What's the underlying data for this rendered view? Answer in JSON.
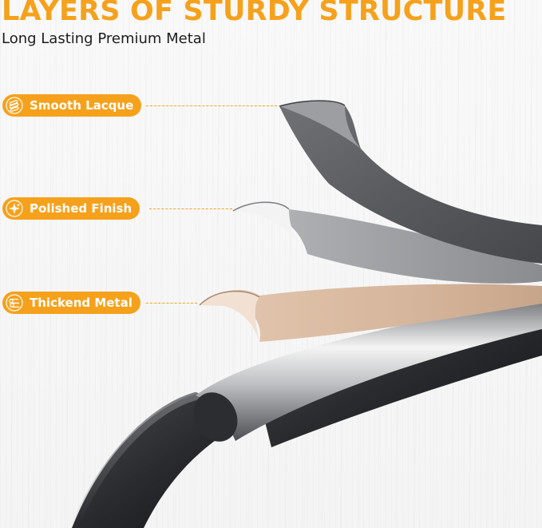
{
  "header": {
    "title": "LAYERS OF STURDY STRUCTURE",
    "subtitle": "Long Lasting Premium Metal"
  },
  "callouts": [
    {
      "label": "Smooth Lacque",
      "icon": "layers-stack-icon"
    },
    {
      "label": "Polished Finish",
      "icon": "sparkle-icon"
    },
    {
      "label": "Thickend Metal",
      "icon": "metal-bars-icon"
    }
  ],
  "colors": {
    "accent": "#f6a11c",
    "headline": "#f6a11c",
    "subtitle": "#1d1d1d",
    "lacquer_layer": "#5a5c60",
    "polished_layer": "#a4a6a9",
    "metal_layer": "#d8b9a0",
    "core": "#2b2c2f"
  }
}
